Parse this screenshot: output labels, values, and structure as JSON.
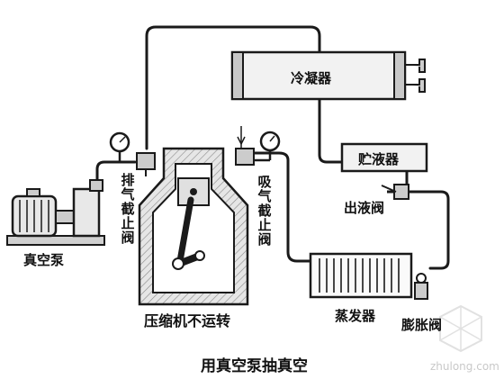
{
  "labels": {
    "condenser": "冷凝器",
    "receiver": "贮液器",
    "outlet_valve": "出液阀",
    "exhaust_valve": "排气截止阀",
    "suction_valve": "吸气截止阀",
    "vacuum_pump": "真空泵",
    "compressor": "压缩机不运转",
    "evaporator": "蒸发器",
    "expansion_valve": "膨胀阀",
    "caption": "用真空泵抽真空"
  },
  "watermark": "zhulong.com",
  "colors": {
    "line": "#1a1a1a",
    "fill_light": "#f2f2f2",
    "fill_mid": "#c8c8c8"
  }
}
